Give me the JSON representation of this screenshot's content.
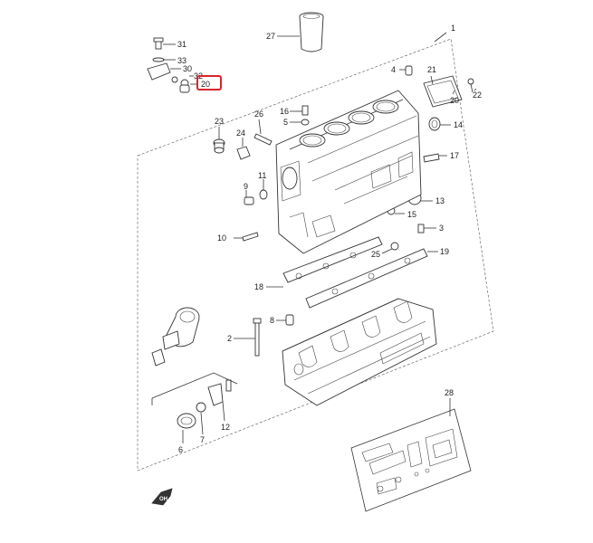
{
  "diagram": {
    "highlight_color": "#d9242b",
    "highlighted_callout": "20",
    "callouts": {
      "c1": "1",
      "c2": "2",
      "c3": "3",
      "c4": "4",
      "c5": "5",
      "c6": "6",
      "c7": "7",
      "c8": "8",
      "c9": "9",
      "c10": "10",
      "c11": "11",
      "c12": "12",
      "c13": "13",
      "c14": "14",
      "c15": "15",
      "c16": "16",
      "c17": "17",
      "c18": "18",
      "c19": "19",
      "c20": "20",
      "c20b": "20",
      "c21": "21",
      "c22": "22",
      "c23": "23",
      "c24": "24",
      "c25": "25",
      "c26": "26",
      "c27": "27",
      "c28": "28",
      "c30": "30",
      "c31": "31",
      "c32": "32",
      "c33": "33"
    },
    "direction_icon_label": "OH"
  }
}
